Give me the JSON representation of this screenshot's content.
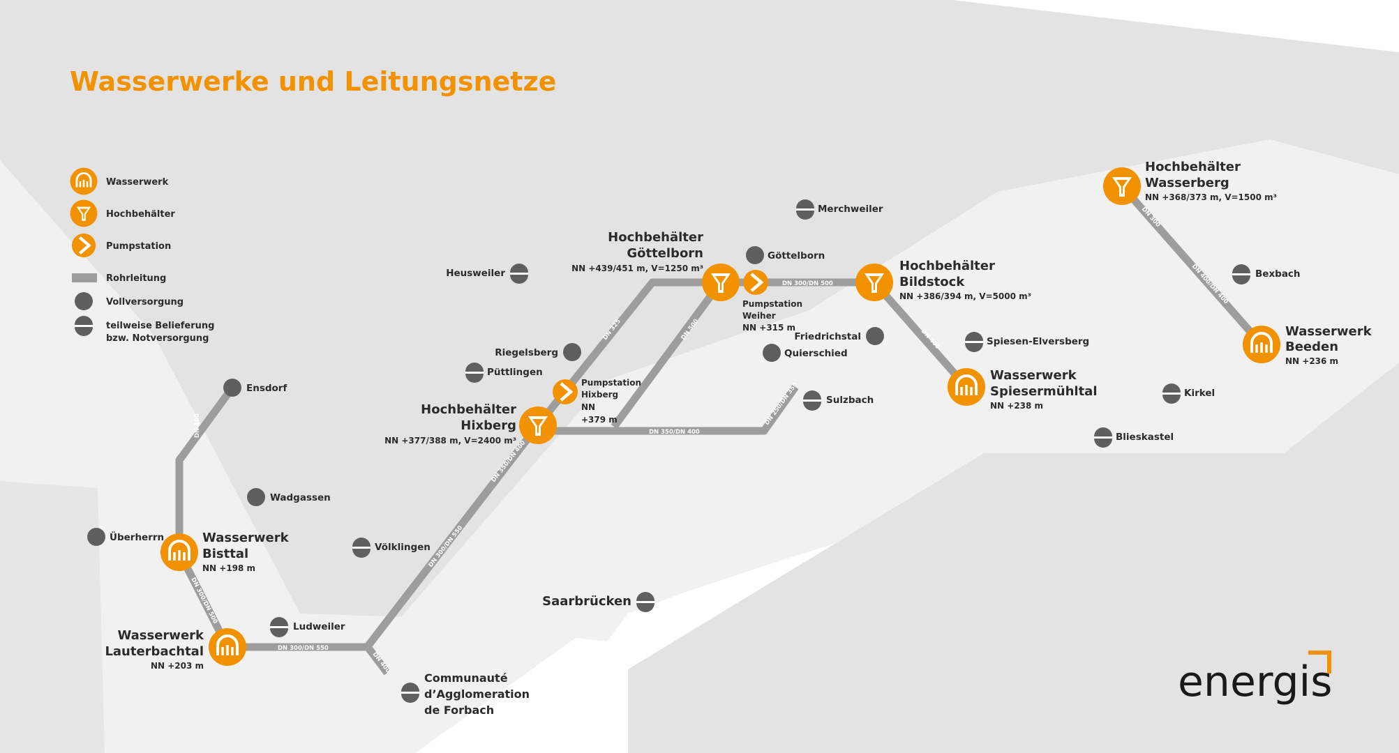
{
  "title": "Wasserwerke und Leitungsnetze",
  "colors": {
    "accent": "#f39200",
    "pipe": "#9d9d9d",
    "dot": "#5f5f5f",
    "region_light": "#f1f1f1",
    "region_mid": "#e3e3e3",
    "text": "#2b2b2b"
  },
  "legend": {
    "wasserwerk": "Wasserwerk",
    "hochbehaelter": "Hochbehälter",
    "pumpstation": "Pumpstation",
    "rohrleitung": "Rohrleitung",
    "vollversorgung": "Vollversorgung",
    "teilweise_1": "teilweise Belieferung",
    "teilweise_2": "bzw. Notversorgung"
  },
  "facilities": {
    "hb_goettelborn": {
      "line1": "Hochbehälter",
      "line2": "Göttelborn",
      "info": "NN +439/451 m, V=1250 m³",
      "icon": "tower-icon"
    },
    "hb_bildstock": {
      "line1": "Hochbehälter",
      "line2": "Bildstock",
      "info": "NN +386/394 m, V=5000 m³",
      "icon": "tower-icon"
    },
    "hb_hixberg": {
      "line1": "Hochbehälter",
      "line2": "Hixberg",
      "info": "NN +377/388 m, V=2400 m³",
      "icon": "tower-icon"
    },
    "hb_wasserberg": {
      "line1": "Hochbehälter",
      "line2": "Wasserberg",
      "info": "NN +368/373 m, V=1500 m³",
      "icon": "tower-icon"
    },
    "ps_weiher": {
      "line1": "Pumpstation",
      "line2": "Weiher",
      "info": "NN +315 m",
      "icon": "pump-icon"
    },
    "ps_hixberg": {
      "line1": "Pumpstation",
      "line2": "Hixberg",
      "line3": "NN",
      "info": "+379 m",
      "icon": "pump-icon"
    },
    "ww_spiesermuehltal": {
      "line1": "Wasserwerk",
      "line2": "Spiesermühltal",
      "info": "NN +238 m",
      "icon": "waterworks-icon"
    },
    "ww_beeden": {
      "line1": "Wasserwerk",
      "line2": "Beeden",
      "info": "NN +236 m",
      "icon": "waterworks-icon"
    },
    "ww_bisttal": {
      "line1": "Wasserwerk",
      "line2": "Bisttal",
      "info": "NN +198 m",
      "icon": "waterworks-icon"
    },
    "ww_lauterbachtal": {
      "line1": "Wasserwerk",
      "line2": "Lauterbachtal",
      "info": "NN +203 m",
      "icon": "waterworks-icon"
    }
  },
  "towns": {
    "merchweiler": "Merchweiler",
    "goettelborn": "Göttelborn",
    "heusweiler": "Heusweiler",
    "friedrichstal": "Friedrichstal",
    "quierschied": "Quierschied",
    "riegelsberg": "Riegelsberg",
    "puettlingen": "Püttlingen",
    "sulzbach": "Sulzbach",
    "spiesen": "Spiesen-Elversberg",
    "bexbach": "Bexbach",
    "kirkel": "Kirkel",
    "blieskastel": "Blieskastel",
    "ensdorf": "Ensdorf",
    "wadgassen": "Wadgassen",
    "ueberherrn": "Überherrn",
    "voelklingen": "Völklingen",
    "ludweiler": "Ludweiler",
    "saarbruecken": "Saarbrücken",
    "forbach_1": "Communauté",
    "forbach_2": "d’Agglomeration",
    "forbach_3": "de Forbach"
  },
  "pipe_labels": {
    "goe_bil": "DN 300/DN 500",
    "hix_east": "DN 350/DN 400",
    "sulz": "DN 250/DN 350",
    "hix_goe": "DN 325",
    "hix_goe2": "DN 500",
    "bil_spie": "DN 400",
    "wass": "DN 300",
    "wass2": "DN 400/DN 400",
    "hix_sw": "DN 350/DN 400",
    "sw2": "DN 300/DN 550",
    "bisttal": "DN 400",
    "bist_laut": "DN 300/DN 500",
    "laut_east": "DN 300/DN 550",
    "forbach": "DN 400"
  },
  "brand": {
    "name": "energis"
  }
}
